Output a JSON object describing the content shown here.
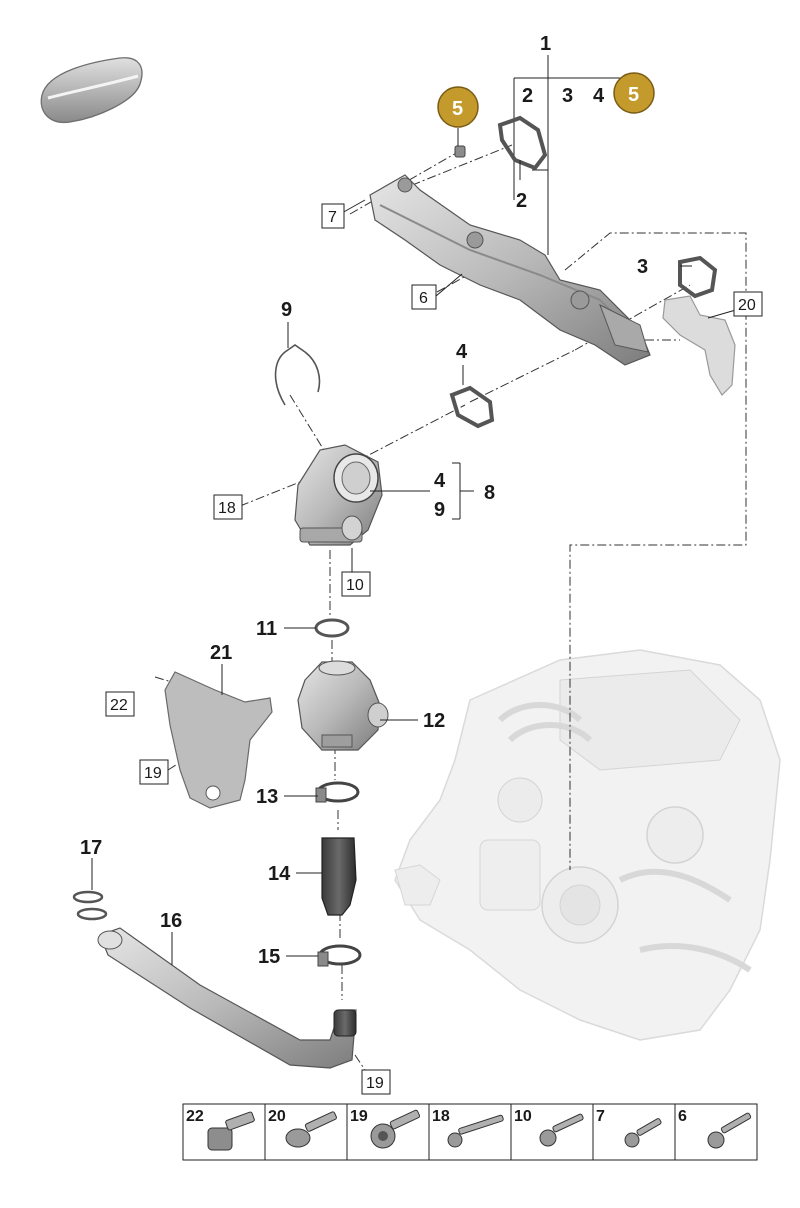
{
  "colors": {
    "badge_fill": "#c49a2c",
    "badge_stroke": "#7a5c14",
    "badge_text": "#ffffff",
    "part_light": "#d9d9d9",
    "part_mid": "#b5b5b5",
    "part_dark": "#6e6e6e",
    "engine_ghost": "#e8e8e8"
  },
  "icons": {
    "thumbnail": "gray-cover-part-icon",
    "badge": "gold-circle-badge-icon"
  },
  "callouts": {
    "c1": "1",
    "c2_top": "2",
    "c3_top": "3",
    "c4_top": "4",
    "c2": "2",
    "c3": "3",
    "c4": "4",
    "c4_side": "4",
    "c8": "8",
    "c9": "9",
    "c9_side": "9",
    "c11": "11",
    "c12": "12",
    "c13": "13",
    "c14": "14",
    "c15": "15",
    "c16": "16",
    "c17": "17",
    "c21": "21"
  },
  "badges": {
    "b5_left": "5",
    "b5_top": "5"
  },
  "boxed_labels": {
    "b7": "7",
    "b6": "6",
    "b20": "20",
    "b18": "18",
    "b10": "10",
    "b22": "22",
    "b19_left": "19",
    "b19_bottom": "19"
  },
  "legend": {
    "cells": [
      {
        "num": "22",
        "icon": "flange-bolt-icon"
      },
      {
        "num": "20",
        "icon": "flange-bolt-icon"
      },
      {
        "num": "19",
        "icon": "torx-bolt-icon"
      },
      {
        "num": "18",
        "icon": "long-bolt-icon"
      },
      {
        "num": "10",
        "icon": "bolt-icon"
      },
      {
        "num": "7",
        "icon": "small-bolt-icon"
      },
      {
        "num": "6",
        "icon": "bolt-icon"
      }
    ]
  }
}
